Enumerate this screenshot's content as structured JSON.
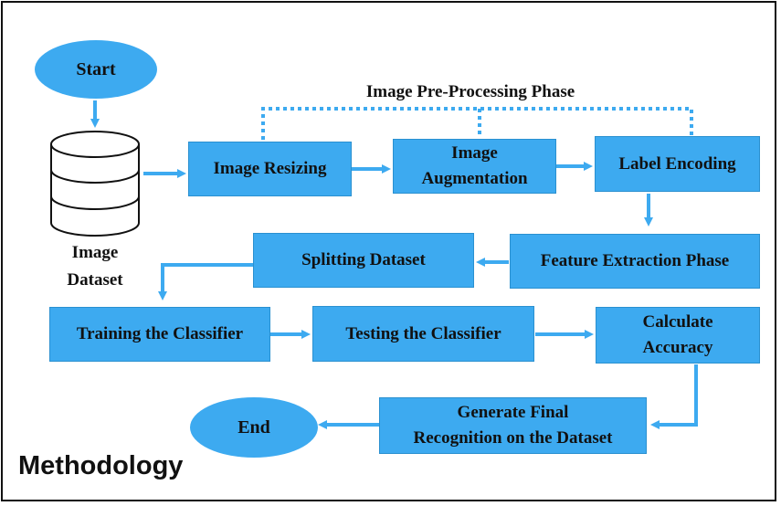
{
  "caption": "Methodology",
  "phase_title": "Image Pre-Processing Phase",
  "nodes": {
    "start": "Start",
    "dataset_line1": "Image",
    "dataset_line2": "Dataset",
    "resize": "Image Resizing",
    "augment_line1": "Image",
    "augment_line2": "Augmentation",
    "label_encoding": "Label Encoding",
    "feature_extraction": "Feature Extraction Phase",
    "splitting": "Splitting Dataset",
    "training": "Training the Classifier",
    "testing": "Testing the Classifier",
    "accuracy_line1": "Calculate",
    "accuracy_line2": "Accuracy",
    "final_line1": "Generate Final",
    "final_line2": "Recognition on the Dataset",
    "end": "End"
  },
  "colors": {
    "box_fill": "#3daaf0",
    "arrow": "#3daaf0",
    "text": "#111111"
  }
}
